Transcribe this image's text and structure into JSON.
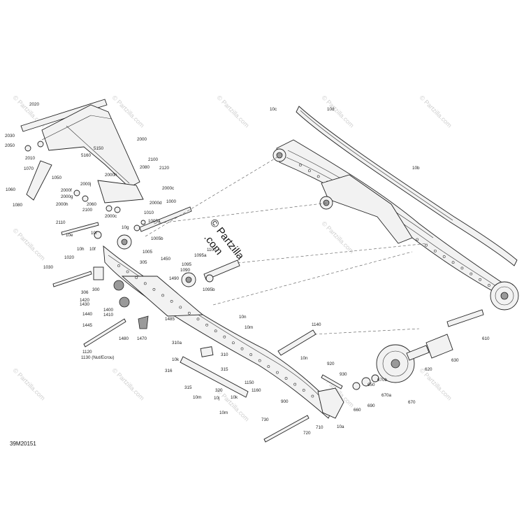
{
  "diagram_code": "39M20151",
  "watermark_text": "© Partzilla.com",
  "center_watermark": {
    "line1": "© Partzilla",
    "line2": ".com"
  },
  "part_labels": [
    "2020",
    "2030",
    "2050",
    "2010",
    "1070",
    "1060",
    "1050",
    "1080",
    "2000",
    "2000h",
    "2100",
    "2080",
    "2120",
    "2000c",
    "2000j",
    "2000f",
    "2000g",
    "2000h",
    "2060",
    "2100",
    "2000d",
    "5150",
    "5160",
    "2110",
    "2000c",
    "10g",
    "1010",
    "1000",
    "10e",
    "10f",
    "1005a",
    "1005b",
    "1005",
    "10h",
    "10f",
    "1020",
    "305",
    "1450",
    "1030",
    "300",
    "306",
    "1420",
    "1430",
    "1400",
    "1410",
    "1440",
    "1445",
    "1490",
    "1485",
    "1480",
    "1470",
    "1095a",
    "1100",
    "1095",
    "1095b",
    "1090",
    "1140",
    "10n",
    "10m",
    "310a",
    "310",
    "315",
    "10k",
    "316",
    "315",
    "10m",
    "10j",
    "320",
    "10k",
    "10m",
    "1150",
    "1160",
    "10n",
    "1120",
    "1130 (Nut/Ecrou)",
    "920",
    "930",
    "660",
    "650",
    "670b",
    "690",
    "670a",
    "670",
    "900",
    "710",
    "720",
    "730",
    "10a",
    "620",
    "630",
    "610",
    "10b",
    "10c",
    "10d"
  ],
  "colors": {
    "line": "#222222",
    "fill": "#f2f2f2",
    "dark": "#9a9a9a",
    "watermark": "#cfcfcf"
  }
}
